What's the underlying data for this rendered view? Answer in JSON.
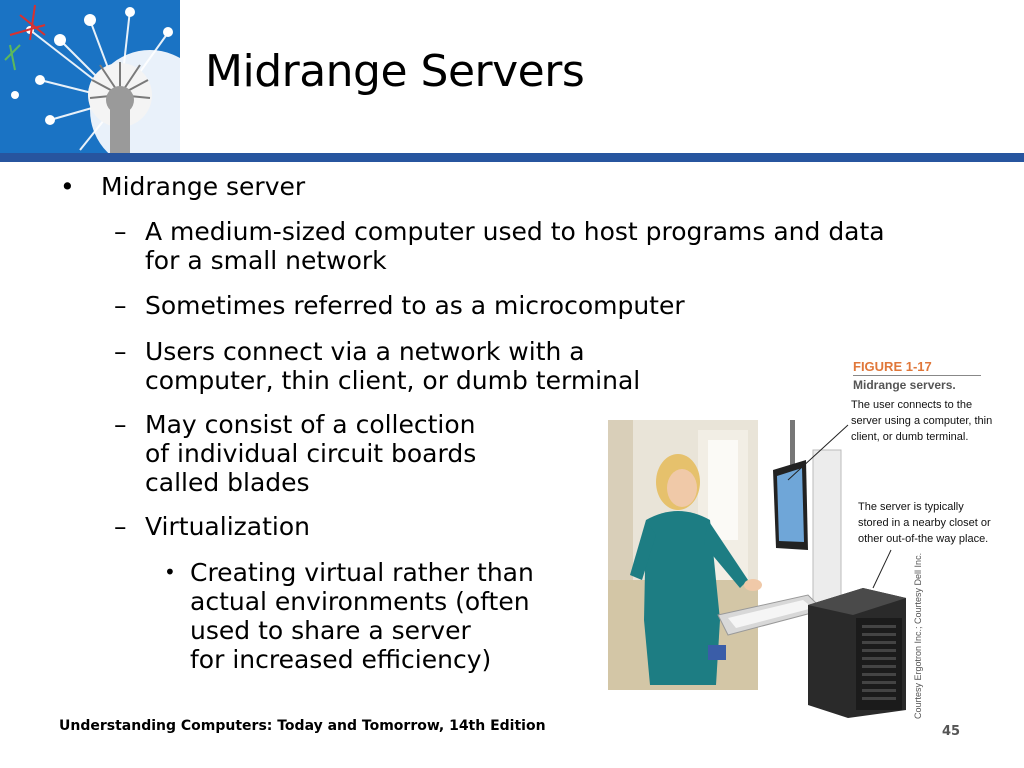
{
  "slide": {
    "title": "Midrange Servers",
    "bullet": "Midrange server",
    "sub_points": [
      {
        "lines": [
          "A medium-sized computer used to host programs and data",
          "for a small network"
        ]
      },
      {
        "lines": [
          "Sometimes referred to as a microcomputer"
        ]
      },
      {
        "lines": [
          "Users connect via a network with a",
          "computer, thin client, or dumb terminal"
        ]
      },
      {
        "lines": [
          "May consist of a collection",
          "of individual circuit boards",
          "called blades"
        ]
      },
      {
        "lines": [
          "Virtualization"
        ]
      }
    ],
    "nested_point": {
      "lines": [
        "Creating virtual rather than",
        "actual environments (often",
        "used to share a server",
        "for increased efficiency)"
      ]
    }
  },
  "figure": {
    "label": "FIGURE 1-17",
    "caption": "Midrange servers.",
    "callout_user": [
      "The user connects to the",
      "server using a computer, thin",
      "client, or dumb terminal."
    ],
    "callout_server": [
      "The server is typically",
      "stored in a nearby closet or",
      "other out-of-the way place."
    ],
    "credit": "Courtesy Ergotron Inc.; Courtesy Dell Inc."
  },
  "footer": {
    "text": "Understanding Computers: Today and Tomorrow, 14th Edition",
    "page": "45"
  },
  "colors": {
    "title_bar": "#27559f",
    "logo_bg": "#1a73c4",
    "figure_label": "#e0773a"
  }
}
